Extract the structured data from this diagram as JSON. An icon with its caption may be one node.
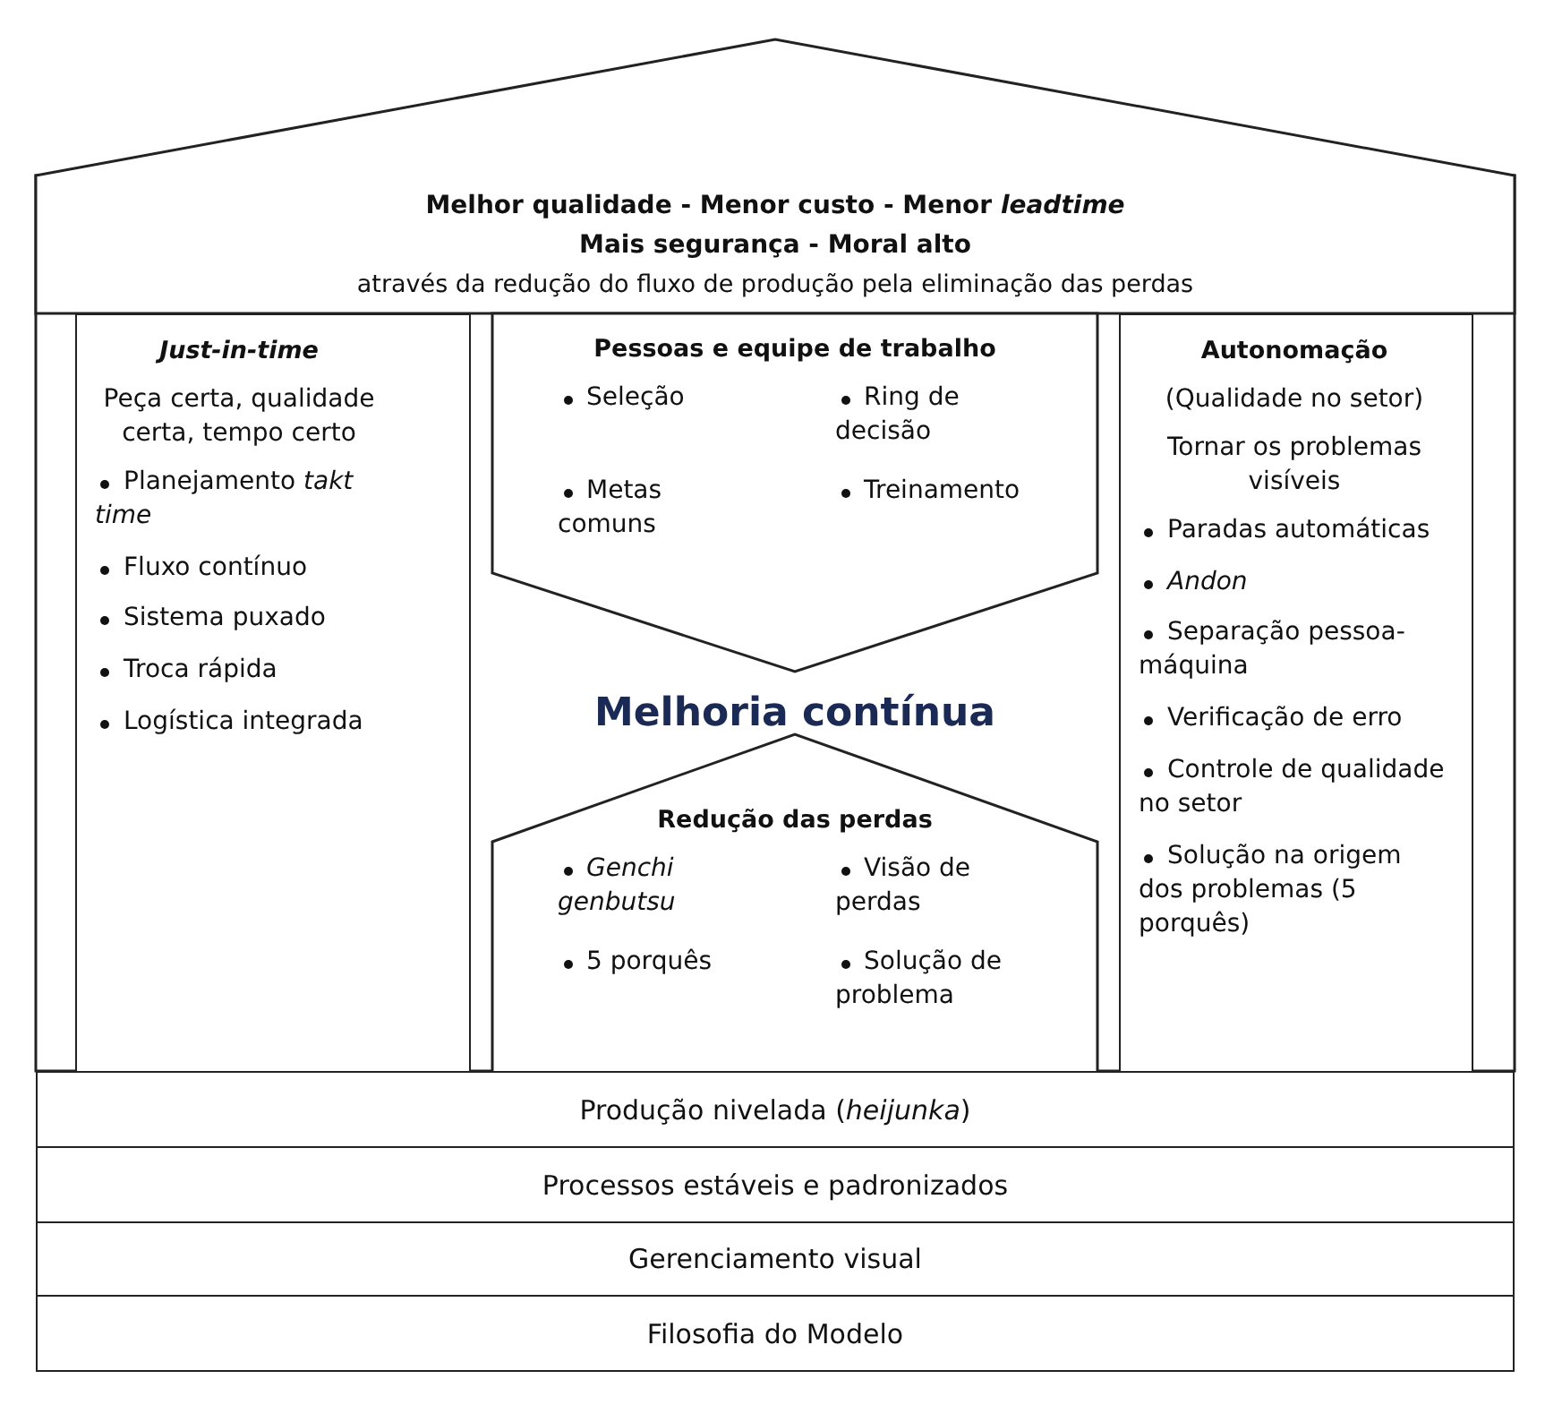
{
  "diagram": {
    "nodes": [
      {
        "text": [
          "Melhor qualidade - Menor custo - Menor *leadtime*",
          "Mais segurança - Moral alto",
          "através da redução do fluxo de produção pela eliminação das perdas"
        ]
      },
      {
        "text": [
          "Just-in-time",
          "Peça certa, qualidade certa, tempo certo",
          "Planejamento *takt time*",
          "Fluxo contínuo",
          "Sistema puxado",
          "Troca rápida",
          "Logística integrada"
        ]
      },
      {
        "text": [
          "Pessoas e equipe de trabalho",
          "Seleção",
          "Ring de decisão",
          "Metas comuns",
          "Treinamento"
        ]
      },
      {
        "text": [
          "Redução das perdas",
          "*Genchi genbutsu*",
          "Visão de perdas",
          "5 porquês",
          "Solução de problema"
        ]
      },
      {
        "text": [
          "Autonomação",
          "(Qualidade no setor)",
          "Tornar os problemas visíveis",
          "Paradas automáticas",
          "*Andon*",
          "Separação pessoa-máquina",
          "Verificação de erro",
          "Controle de qualidade no setor",
          "Solução na origem dos problemas (5 porquês)"
        ]
      },
      {
        "text": [
          "Produção nivelada (*heijunka*)"
        ]
      },
      {
        "text": [
          "Processos estáveis e padronizados"
        ]
      },
      {
        "text": [
          "Gerenciamento visual"
        ]
      },
      {
        "text": [
          "Filosofia do Modelo"
        ]
      }
    ],
    "edges": [],
    "labels": [
      "Melhoria contínua"
    ]
  }
}
